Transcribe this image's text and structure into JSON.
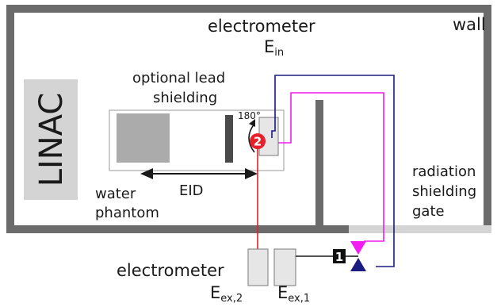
{
  "labels": {
    "electrometer_in": "electrometer",
    "e_in_main": "E",
    "e_in_sub": "in",
    "wall": "wall",
    "optional_lead_line1": "optional lead",
    "optional_lead_line2": "shielding",
    "angle": "180°",
    "linac": "LINAC",
    "water_line1": "water",
    "water_line2": "phantom",
    "eid": "EID",
    "gate_line1": "radiation",
    "gate_line2": "shielding",
    "gate_line3": "gate",
    "electrometer_ex": "electrometer",
    "e_ex2_main": "E",
    "e_ex2_sub": "ex,2",
    "e_ex1_main": "E",
    "e_ex1_sub": "ex,1"
  },
  "badges": {
    "position_2": "2",
    "position_1": "1"
  },
  "colors": {
    "wall": "#6b6b6b",
    "gate": "#d4d4d4",
    "linac_box": "#d4d4d4",
    "water_phantom": "#ababab",
    "lead_shield": "#4a4a4a",
    "red_cable": "#e8202a",
    "magenta_cable": "#f21cf2",
    "navy_cable": "#1a1a80",
    "badge_red": "#e8202a",
    "badge_black": "#111111"
  }
}
